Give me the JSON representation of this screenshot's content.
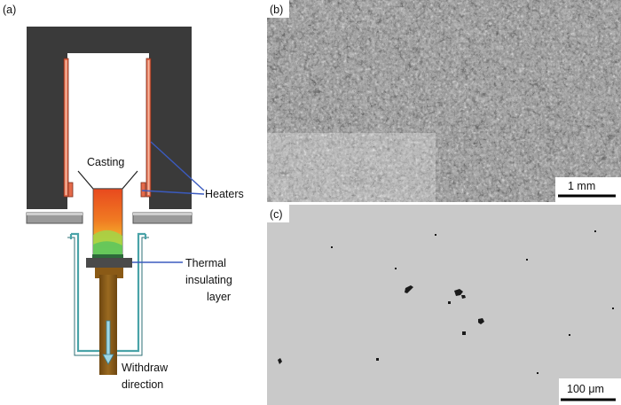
{
  "panels": {
    "a": {
      "label": "(a)"
    },
    "b": {
      "label": "(b)",
      "scale_bar": "1 mm"
    },
    "c": {
      "label": "(c)",
      "scale_bar": "100 μm"
    }
  },
  "schematic": {
    "casting": "Casting",
    "heaters": "Heaters",
    "thermal_line1": "Thermal",
    "thermal_line2": "insulating",
    "thermal_line3": "layer",
    "withdraw_line1": "Withdraw",
    "withdraw_line2": "direction"
  },
  "colors": {
    "furnace": "#3a3a3a",
    "heater": "#e46a4a",
    "leader": "#3b5bbf",
    "chamber": "#4aa3a8",
    "rod": "#8a5a16",
    "melt_top": "#e8491e",
    "melt_mid": "#f2a22a",
    "melt_low": "#cfe04a",
    "micrograph_c_bg": "#c9c9c9"
  }
}
